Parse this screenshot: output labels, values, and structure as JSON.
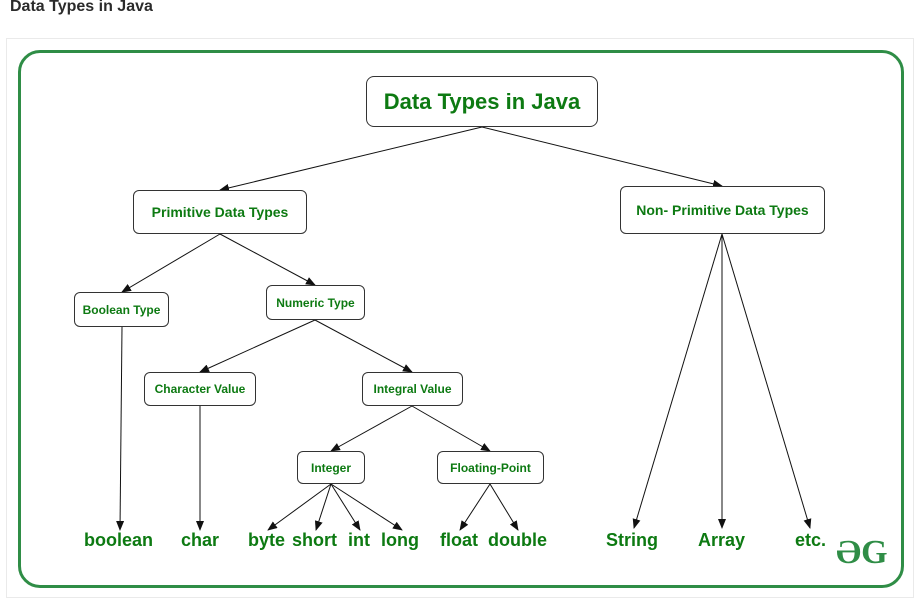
{
  "page": {
    "heading": "Data Types in Java"
  },
  "diagram": {
    "root": "Data Types in Java",
    "primitive": "Primitive Data Types",
    "non_primitive": "Non- Primitive Data Types",
    "boolean_type": "Boolean Type",
    "numeric_type": "Numeric Type",
    "character_value": "Character Value",
    "integral_value": "Integral Value",
    "integer": "Integer",
    "floating_point": "Floating-Point",
    "leaves": {
      "boolean": "boolean",
      "char": "char",
      "byte": "byte",
      "short": "short",
      "int": "int",
      "long": "long",
      "float": "float",
      "double": "double",
      "string": "String",
      "array": "Array",
      "etc": "etc."
    }
  },
  "logo": {
    "name": "geeksforgeeks-logo",
    "glyph": "ƏG",
    "color": "#2f8d46"
  },
  "colors": {
    "text": "#0d7a12",
    "frame": "#2f8d46"
  }
}
